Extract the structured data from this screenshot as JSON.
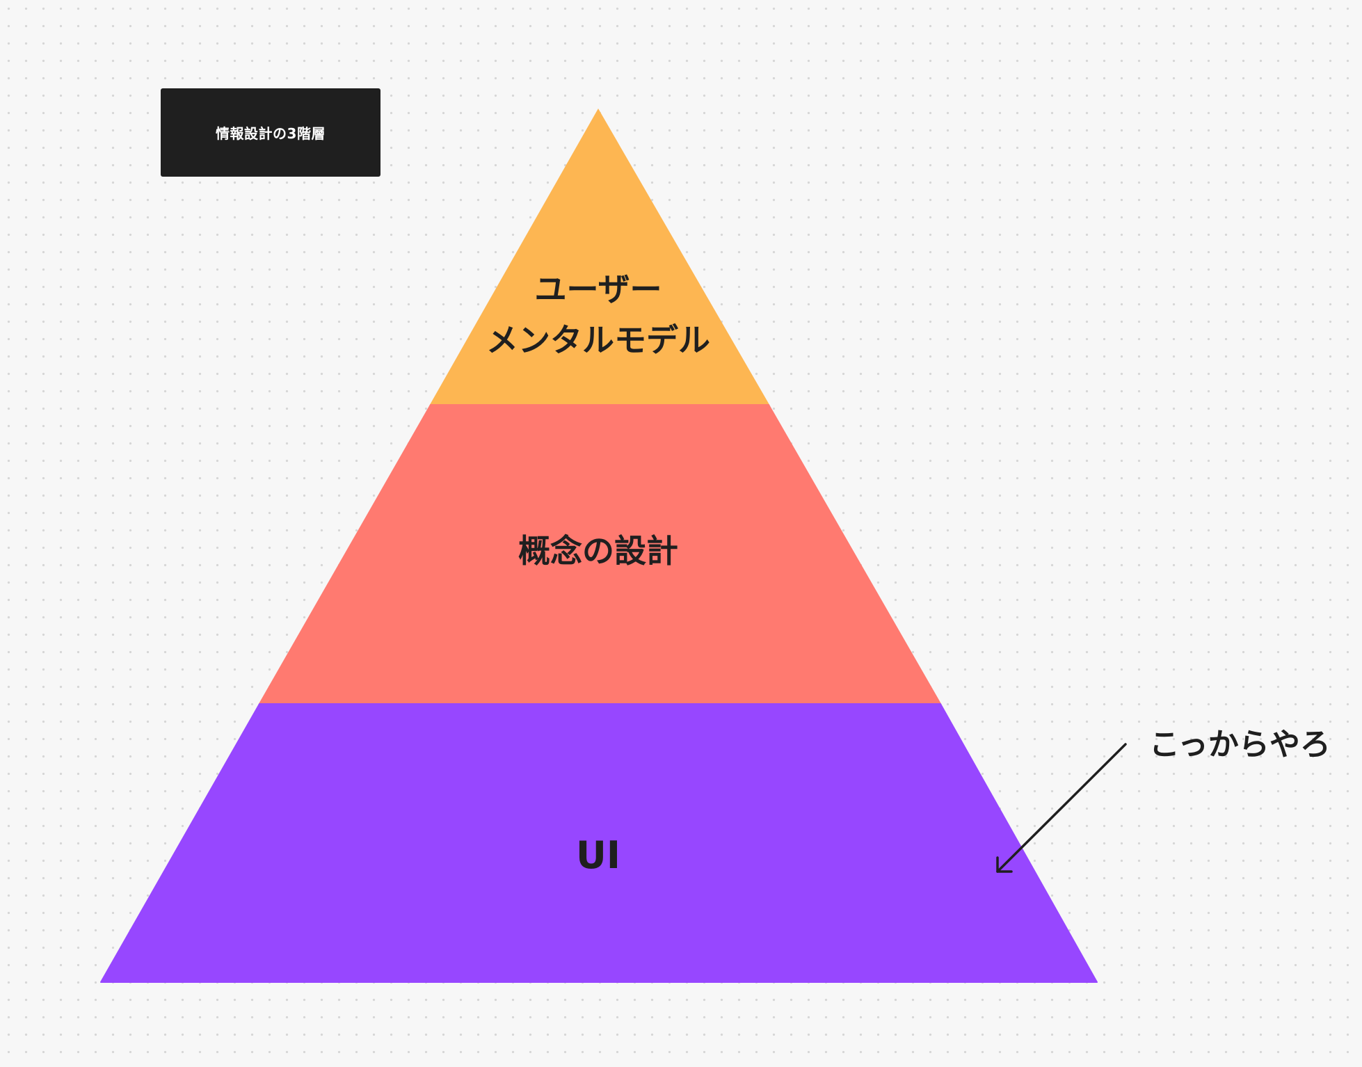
{
  "title_card": {
    "label": "情報設計の3階層"
  },
  "pyramid": {
    "layers": [
      {
        "lines": [
          "ユーザー",
          "メンタルモデル"
        ],
        "color": "#fdb652"
      },
      {
        "lines": [
          "概念の設計"
        ],
        "color": "#ff7a70"
      },
      {
        "lines": [
          "UI"
        ],
        "color": "#9747ff"
      }
    ]
  },
  "annotation": {
    "text": "こっからやろ",
    "arrow_color": "#1f1f1f"
  }
}
